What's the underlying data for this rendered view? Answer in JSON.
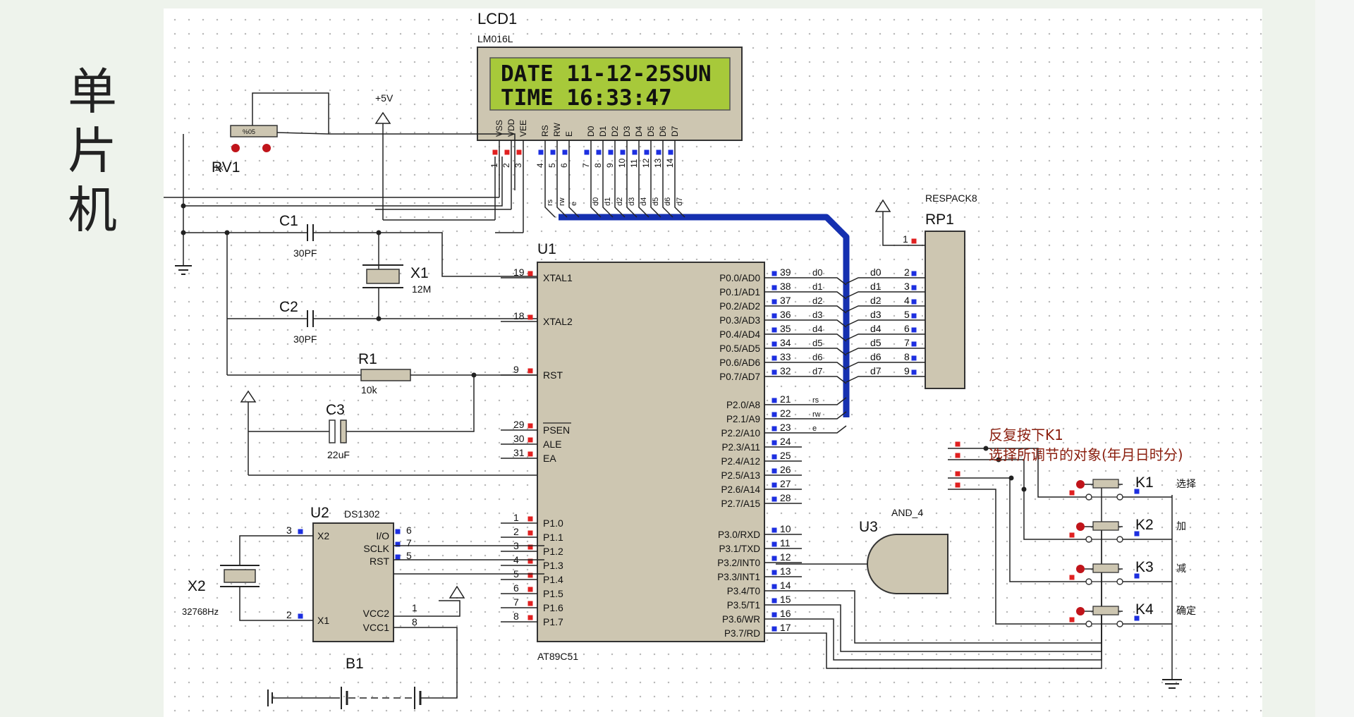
{
  "side_title": [
    "单",
    "片",
    "机"
  ],
  "lcd": {
    "ref": "LCD1",
    "model": "LM016L",
    "line1": "DATE 11-12-25SUN",
    "line2": "TIME 16:33:47",
    "top_pins": [
      "VSS",
      "VDD",
      "VEE",
      "RS",
      "RW",
      "E",
      "D0",
      "D1",
      "D2",
      "D3",
      "D4",
      "D5",
      "D6",
      "D7"
    ],
    "pin_nums": [
      "1",
      "2",
      "3",
      "4",
      "5",
      "6",
      "7",
      "8",
      "9",
      "10",
      "11",
      "12",
      "13",
      "14"
    ],
    "net_labels": [
      "rs",
      "rw",
      "e",
      "d0",
      "d1",
      "d2",
      "d3",
      "d4",
      "d5",
      "d6",
      "d7"
    ]
  },
  "power": {
    "vcc": "+5V"
  },
  "rv1": {
    "ref": "RV1",
    "value": "1k",
    "mark": "%05"
  },
  "c1": {
    "ref": "C1",
    "value": "30PF"
  },
  "c2": {
    "ref": "C2",
    "value": "30PF"
  },
  "x1": {
    "ref": "X1",
    "value": "12M"
  },
  "r1": {
    "ref": "R1",
    "value": "10k"
  },
  "c3": {
    "ref": "C3",
    "value": "22uF"
  },
  "u1": {
    "ref": "U1",
    "part": "AT89C51",
    "left_pins": [
      {
        "num": "19",
        "name": "XTAL1"
      },
      {
        "num": "18",
        "name": "XTAL2"
      },
      {
        "num": "9",
        "name": "RST"
      },
      {
        "num": "29",
        "name": "PSEN"
      },
      {
        "num": "30",
        "name": "ALE"
      },
      {
        "num": "31",
        "name": "EA"
      },
      {
        "num": "1",
        "name": "P1.0"
      },
      {
        "num": "2",
        "name": "P1.1"
      },
      {
        "num": "3",
        "name": "P1.2"
      },
      {
        "num": "4",
        "name": "P1.3"
      },
      {
        "num": "5",
        "name": "P1.4"
      },
      {
        "num": "6",
        "name": "P1.5"
      },
      {
        "num": "7",
        "name": "P1.6"
      },
      {
        "num": "8",
        "name": "P1.7"
      }
    ],
    "right_pins": [
      {
        "num": "39",
        "name": "P0.0/AD0"
      },
      {
        "num": "38",
        "name": "P0.1/AD1"
      },
      {
        "num": "37",
        "name": "P0.2/AD2"
      },
      {
        "num": "36",
        "name": "P0.3/AD3"
      },
      {
        "num": "35",
        "name": "P0.4/AD4"
      },
      {
        "num": "34",
        "name": "P0.5/AD5"
      },
      {
        "num": "33",
        "name": "P0.6/AD6"
      },
      {
        "num": "32",
        "name": "P0.7/AD7"
      },
      {
        "num": "21",
        "name": "P2.0/A8"
      },
      {
        "num": "22",
        "name": "P2.1/A9"
      },
      {
        "num": "23",
        "name": "P2.2/A10"
      },
      {
        "num": "24",
        "name": "P2.3/A11"
      },
      {
        "num": "25",
        "name": "P2.4/A12"
      },
      {
        "num": "26",
        "name": "P2.5/A13"
      },
      {
        "num": "27",
        "name": "P2.6/A14"
      },
      {
        "num": "28",
        "name": "P2.7/A15"
      },
      {
        "num": "10",
        "name": "P3.0/RXD"
      },
      {
        "num": "11",
        "name": "P3.1/TXD"
      },
      {
        "num": "12",
        "name": "P3.2/INT0"
      },
      {
        "num": "13",
        "name": "P3.3/INT1"
      },
      {
        "num": "14",
        "name": "P3.4/T0"
      },
      {
        "num": "15",
        "name": "P3.5/T1"
      },
      {
        "num": "16",
        "name": "P3.6/WR"
      },
      {
        "num": "17",
        "name": "P3.7/RD"
      }
    ],
    "p0_nets": [
      "d0",
      "d1",
      "d2",
      "d3",
      "d4",
      "d5",
      "d6",
      "d7"
    ],
    "p2_nets": [
      "rs",
      "rw",
      "e"
    ]
  },
  "rp1": {
    "ref": "RP1",
    "part": "RESPACK8",
    "pin1": "1",
    "pins": [
      {
        "num": "2",
        "net": "d0"
      },
      {
        "num": "3",
        "net": "d1"
      },
      {
        "num": "4",
        "net": "d2"
      },
      {
        "num": "5",
        "net": "d3"
      },
      {
        "num": "6",
        "net": "d4"
      },
      {
        "num": "7",
        "net": "d5"
      },
      {
        "num": "8",
        "net": "d6"
      },
      {
        "num": "9",
        "net": "d7"
      }
    ]
  },
  "u2": {
    "ref": "U2",
    "part": "DS1302",
    "left_pins": [
      {
        "num": "3",
        "name": "X2"
      },
      {
        "num": "2",
        "name": "X1"
      }
    ],
    "right_pins": [
      {
        "num": "6",
        "name": "I/O"
      },
      {
        "num": "7",
        "name": "SCLK"
      },
      {
        "num": "5",
        "name": "RST"
      },
      {
        "num": "1",
        "name": "VCC2"
      },
      {
        "num": "8",
        "name": "VCC1"
      }
    ]
  },
  "x2": {
    "ref": "X2",
    "value": "32768Hz"
  },
  "b1": {
    "ref": "B1"
  },
  "u3": {
    "ref": "U3",
    "part": "AND_4"
  },
  "keys": [
    {
      "ref": "K1",
      "label": "选择"
    },
    {
      "ref": "K2",
      "label": "加"
    },
    {
      "ref": "K3",
      "label": "减"
    },
    {
      "ref": "K4",
      "label": "确定"
    }
  ],
  "note": {
    "line1": "反复按下K1",
    "line2": "选择所调节的对象(年月日时分)"
  },
  "colors": {
    "lcd_screen": "#a7c93a",
    "chip_body": "#cdc6b1",
    "bus": "#1530b0",
    "pin_blue": "#1d2fe0",
    "pin_red": "#e02020",
    "wire": "#222222",
    "note": "#8a1e0e"
  }
}
